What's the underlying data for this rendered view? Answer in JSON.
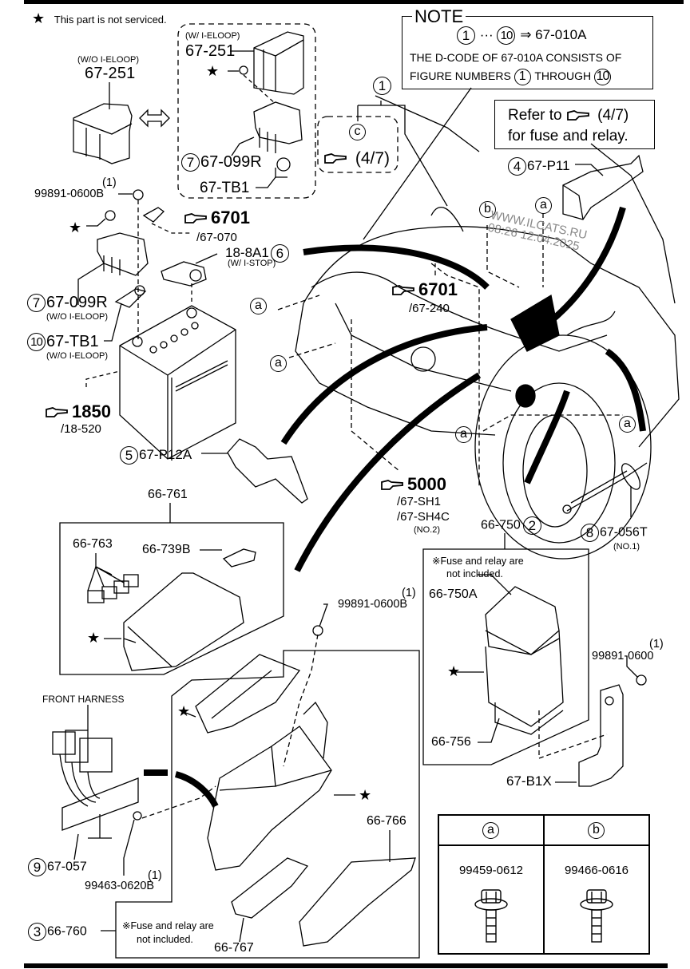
{
  "legend_note": {
    "star": "★",
    "text": "This part is not serviced."
  },
  "note_box": {
    "title": "NOTE",
    "range_from": "1",
    "range_ellipsis": "···",
    "range_to": "10",
    "arrow": "⇒",
    "range_part": "67-010A",
    "line2": "THE D-CODE OF 67-010A CONSISTS OF",
    "line3_prefix": "FIGURE NUMBERS",
    "line3_from": "1",
    "line3_mid": "THROUGH",
    "line3_to": "10"
  },
  "refer_box": {
    "line1_prefix": "Refer to",
    "line1_ref": "(4/7)",
    "line2": "for fuse and relay."
  },
  "callout_c": {
    "letter": "c",
    "ref": "(4/7)",
    "fig": "1"
  },
  "parts": {
    "p67_251_left": {
      "sub": "(W/O I-ELOOP)",
      "num": "67-251"
    },
    "p67_251_right": {
      "sub": "(W/ I-ELOOP)",
      "num": "67-251"
    },
    "p67_099r_right": {
      "fig": "7",
      "num": "67-099R"
    },
    "p67_tb1_right": {
      "num": "67-TB1"
    },
    "p99891_0600b_top": {
      "qty": "(1)",
      "num": "99891-0600B"
    },
    "ref_6701_a": {
      "num": "6701",
      "sub": "/67-070"
    },
    "p18_8a1": {
      "num": "18-8A1",
      "fig": "6",
      "sub": "(W/ I-STOP)"
    },
    "p67_099r_left": {
      "fig": "7",
      "num": "67-099R",
      "sub": "(W/O I-ELOOP)"
    },
    "p67_tb1_left": {
      "fig": "10",
      "num": "67-TB1",
      "sub": "(W/O I-ELOOP)"
    },
    "ref_1850": {
      "num": "1850",
      "sub": "/18-520"
    },
    "ref_6701_b": {
      "num": "6701",
      "sub": "/67-240"
    },
    "p67_p11": {
      "fig": "4",
      "num": "67-P11"
    },
    "p67_p12a": {
      "fig": "5",
      "num": "67-P12A"
    },
    "ref_5000": {
      "num": "5000",
      "sub1": "/67-SH1",
      "sub2": "/67-SH4C",
      "sub3": "(NO.2)"
    },
    "p67_056t": {
      "fig": "8",
      "num": "67-056T",
      "sub": "(NO.1)"
    },
    "p66_750": {
      "num": "66-750",
      "fig": "2"
    },
    "p66_750a": {
      "num": "66-750A"
    },
    "p66_756": {
      "num": "66-756"
    },
    "p66_761": {
      "num": "66-761"
    },
    "p66_763": {
      "num": "66-763"
    },
    "p66_739b": {
      "num": "66-739B"
    },
    "p99891_0600b_mid": {
      "qty": "(1)",
      "num": "99891-0600B"
    },
    "p99891_0600": {
      "qty": "(1)",
      "num": "99891-0600"
    },
    "p67_b1x": {
      "num": "67-B1X"
    },
    "front_harness": {
      "label": "FRONT HARNESS"
    },
    "p67_057": {
      "fig": "9",
      "num": "67-057"
    },
    "p99463_0620b": {
      "qty": "(1)",
      "num": "99463-0620B"
    },
    "p66_760": {
      "fig": "3",
      "num": "66-760"
    },
    "p66_766": {
      "num": "66-766"
    },
    "p66_767": {
      "num": "66-767"
    }
  },
  "fuse_note": {
    "line1": "※Fuse and relay are",
    "line2": "not included."
  },
  "callouts": {
    "a": "a",
    "b": "b",
    "star": "★"
  },
  "bolt_table": {
    "columns": [
      {
        "letter": "a",
        "part": "99459-0612"
      },
      {
        "letter": "b",
        "part": "99466-0616"
      }
    ]
  },
  "watermark": {
    "line1": "WWW.ILCATS.RU",
    "line2": "08:26 12.04.2025"
  }
}
